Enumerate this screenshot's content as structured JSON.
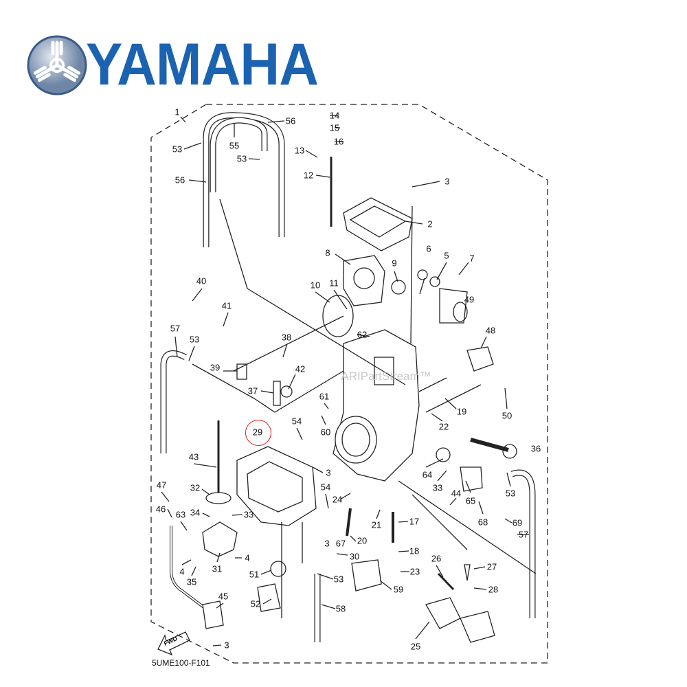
{
  "brand": {
    "name": "YAMAHA",
    "color": "#1b63b0",
    "emblem": "tuning-forks-emblem"
  },
  "diagram": {
    "code": "5UME100-F101",
    "fwd_label": "FWD",
    "watermark": "ARIPartStream™",
    "highlighted_callout": "29",
    "highlight_color": "#e21b1b",
    "callouts": [
      "1",
      "56",
      "14",
      "15",
      "16",
      "53",
      "55",
      "53",
      "13",
      "12",
      "56",
      "3",
      "2",
      "8",
      "6",
      "5",
      "7",
      "9",
      "40",
      "10",
      "11",
      "41",
      "49",
      "57",
      "53",
      "38",
      "62",
      "48",
      "39",
      "42",
      "37",
      "61",
      "19",
      "50",
      "54",
      "22",
      "60",
      "29",
      "36",
      "43",
      "3",
      "64",
      "47",
      "32",
      "54",
      "33",
      "44",
      "53",
      "65",
      "24",
      "46",
      "63",
      "34",
      "33",
      "68",
      "69",
      "57",
      "21",
      "17",
      "20",
      "3",
      "67",
      "18",
      "30",
      "4",
      "4",
      "31",
      "23",
      "26",
      "27",
      "51",
      "53",
      "35",
      "28",
      "59",
      "45",
      "52",
      "58",
      "25",
      "3"
    ]
  }
}
